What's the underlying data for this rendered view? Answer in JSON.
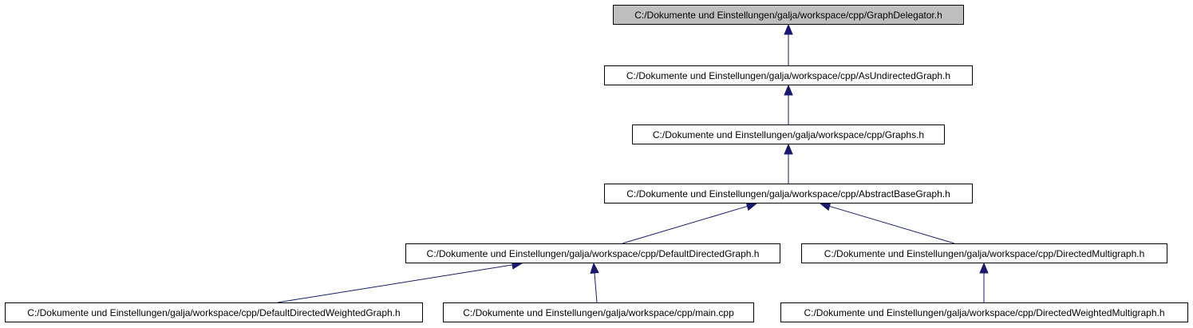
{
  "diagram": {
    "colors": {
      "edge": "#191970",
      "root_fill": "#bfbfbf",
      "node_fill": "#ffffff",
      "node_border": "#000000"
    },
    "nodes": [
      {
        "id": "graph-delegator",
        "label": "C:/Dokumente und Einstellungen/galja/workspace/cpp/GraphDelegator.h",
        "root": true
      },
      {
        "id": "as-undirected-graph",
        "label": "C:/Dokumente und Einstellungen/galja/workspace/cpp/AsUndirectedGraph.h"
      },
      {
        "id": "graphs",
        "label": "C:/Dokumente und Einstellungen/galja/workspace/cpp/Graphs.h"
      },
      {
        "id": "abstract-base-graph",
        "label": "C:/Dokumente und Einstellungen/galja/workspace/cpp/AbstractBaseGraph.h"
      },
      {
        "id": "default-directed-graph",
        "label": "C:/Dokumente und Einstellungen/galja/workspace/cpp/DefaultDirectedGraph.h"
      },
      {
        "id": "directed-multigraph",
        "label": "C:/Dokumente und Einstellungen/galja/workspace/cpp/DirectedMultigraph.h"
      },
      {
        "id": "default-directed-weighted-graph",
        "label": "C:/Dokumente und Einstellungen/galja/workspace/cpp/DefaultDirectedWeightedGraph.h"
      },
      {
        "id": "main-cpp",
        "label": "C:/Dokumente und Einstellungen/galja/workspace/cpp/main.cpp"
      },
      {
        "id": "directed-weighted-multigraph",
        "label": "C:/Dokumente und Einstellungen/galja/workspace/cpp/DirectedWeightedMultigraph.h"
      }
    ],
    "edges": [
      {
        "from": "as-undirected-graph",
        "to": "graph-delegator"
      },
      {
        "from": "graphs",
        "to": "as-undirected-graph"
      },
      {
        "from": "abstract-base-graph",
        "to": "graphs"
      },
      {
        "from": "default-directed-graph",
        "to": "abstract-base-graph"
      },
      {
        "from": "directed-multigraph",
        "to": "abstract-base-graph"
      },
      {
        "from": "default-directed-weighted-graph",
        "to": "default-directed-graph"
      },
      {
        "from": "main-cpp",
        "to": "default-directed-graph"
      },
      {
        "from": "directed-weighted-multigraph",
        "to": "directed-multigraph"
      }
    ]
  }
}
